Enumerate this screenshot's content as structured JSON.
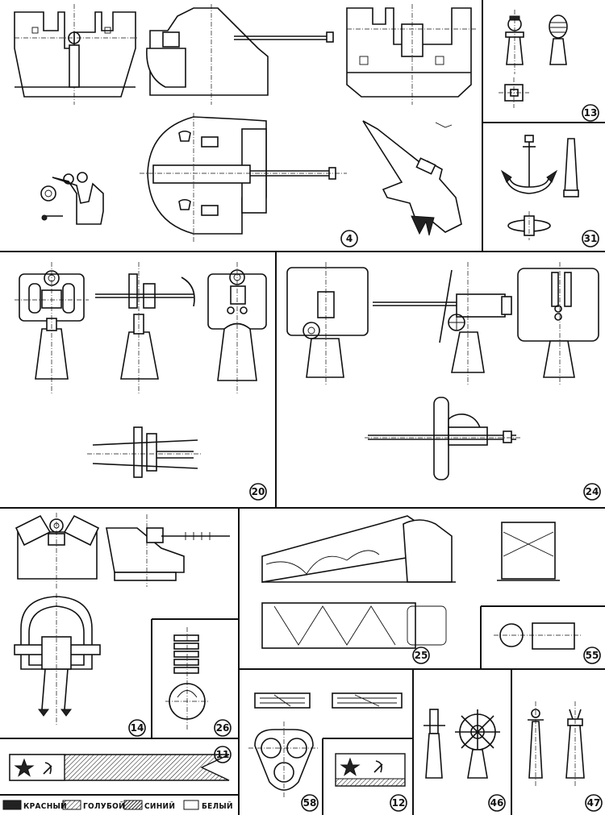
{
  "panels": [
    {
      "id": "p4",
      "number": "4"
    },
    {
      "id": "p13",
      "number": "13"
    },
    {
      "id": "p31",
      "number": "31"
    },
    {
      "id": "p20",
      "number": "20"
    },
    {
      "id": "p24",
      "number": "24"
    },
    {
      "id": "p14",
      "number": "14"
    },
    {
      "id": "p26",
      "number": "26"
    },
    {
      "id": "p25",
      "number": "25"
    },
    {
      "id": "p55",
      "number": "55"
    },
    {
      "id": "p11",
      "number": "11"
    },
    {
      "id": "p58",
      "number": "58"
    },
    {
      "id": "p12",
      "number": "12"
    },
    {
      "id": "p46",
      "number": "46"
    },
    {
      "id": "p47",
      "number": "47"
    }
  ],
  "legend": [
    {
      "label": "КРАСНЫЙ",
      "swatch": "solid-dark"
    },
    {
      "label": "ГОЛУБОЙ",
      "swatch": "hatch-light"
    },
    {
      "label": "СИНИЙ",
      "swatch": "hatch-dark"
    },
    {
      "label": "БЕЛЫЙ",
      "swatch": "empty"
    }
  ],
  "colors": {
    "ink": "#111111",
    "paper": "#ffffff"
  }
}
